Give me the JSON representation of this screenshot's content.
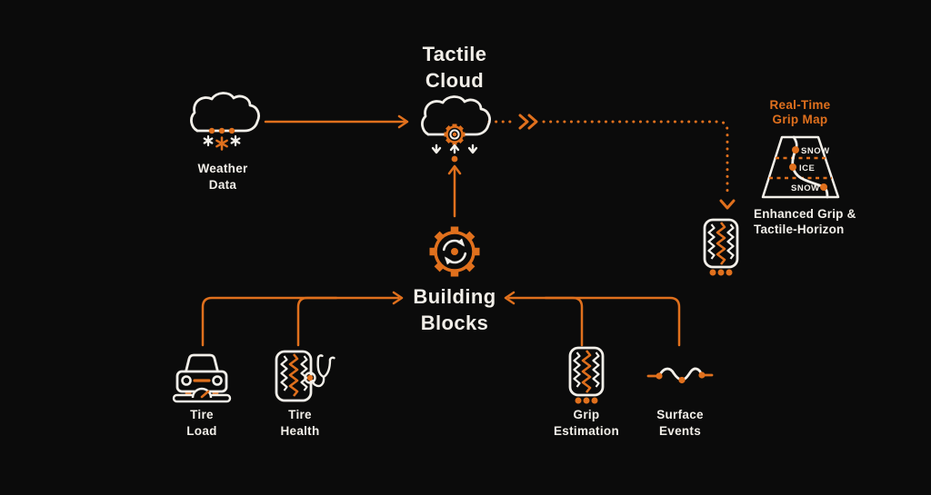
{
  "colors": {
    "background": "#0b0b0b",
    "orange": "#e0701d",
    "white": "#f2efe9"
  },
  "nodes": {
    "weather_data": {
      "label": "Weather\nData",
      "icon": "snow-cloud-icon"
    },
    "tactile_cloud": {
      "title": "Tactile\nCloud",
      "icon": "cloud-gear-icon"
    },
    "grip_map": {
      "title": "Real-Time\nGrip Map",
      "zones": [
        "SNOW",
        "ICE",
        "SNOW"
      ],
      "caption": "Enhanced Grip &\nTactile-Horizon",
      "icon": "road-map-trapezoid-icon"
    },
    "enhanced_grip": {
      "icon": "tire-tread-icon"
    },
    "building_blocks": {
      "title": "Building\nBlocks",
      "icon": "gear-sync-icon"
    },
    "tire_load": {
      "label": "Tire\nLoad",
      "icon": "car-front-icon"
    },
    "tire_health": {
      "label": "Tire\nHealth",
      "icon": "tire-stethoscope-icon"
    },
    "grip_estimation": {
      "label": "Grip\nEstimation",
      "icon": "tire-tread-icon"
    },
    "surface_events": {
      "label": "Surface\nEvents",
      "icon": "surface-wave-icon"
    }
  }
}
